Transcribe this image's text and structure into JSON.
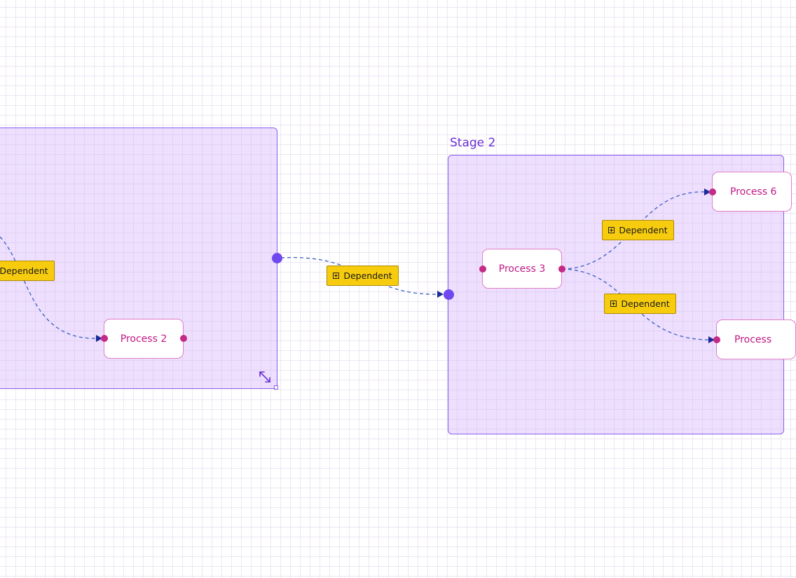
{
  "diagram": {
    "colors": {
      "group_fill": "#d7b9fa",
      "group_border": "#8a5cf0",
      "group_title": "#6a2fd8",
      "node_border": "#e27ec6",
      "node_text": "#c01a86",
      "port": "#c42a86",
      "group_port": "#7048f0",
      "edge": "#3a5fc8",
      "arrow": "#1a2a9a",
      "edge_label_fill": "#f7cc0e"
    },
    "groups": [
      {
        "id": "stage-1",
        "title": ""
      },
      {
        "id": "stage-2",
        "title": "Stage 2"
      }
    ],
    "nodes": [
      {
        "id": "process-2",
        "label": "Process 2",
        "group": "stage-1"
      },
      {
        "id": "process-3",
        "label": "Process 3",
        "group": "stage-2"
      },
      {
        "id": "process-6",
        "label": "Process 6",
        "group": "stage-2"
      },
      {
        "id": "process-bottom",
        "label": "Process",
        "group": "stage-2"
      }
    ],
    "edges": [
      {
        "from": "offscreen",
        "to": "process-2",
        "label": "Dependent",
        "style": "dashed"
      },
      {
        "from": "stage-1",
        "to": "stage-2",
        "label": "Dependent",
        "style": "dashed"
      },
      {
        "from": "process-3",
        "to": "process-6",
        "label": "Dependent",
        "style": "dashed"
      },
      {
        "from": "process-3",
        "to": "process-bottom",
        "label": "Dependent",
        "style": "dashed"
      }
    ],
    "icons": {
      "expand_toggle": "plus-square-icon",
      "group_resize": "resize-diagonal-icon"
    }
  }
}
